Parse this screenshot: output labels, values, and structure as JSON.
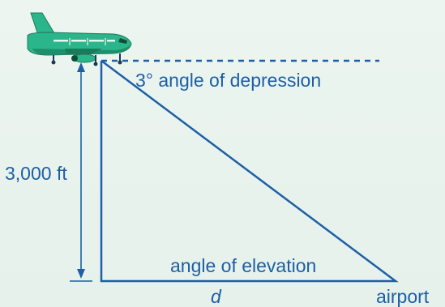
{
  "labels": {
    "depression": "3° angle of depression",
    "height": "3,000 ft",
    "elevation": "angle of elevation",
    "distance": "d",
    "airport": "airport"
  },
  "colors": {
    "line": "#1d5fa6",
    "plane_body": "#2bb58b",
    "plane_dark": "#1a7a5a",
    "background": "#e9f3ee"
  },
  "icons": {
    "plane": "airplane-icon"
  }
}
